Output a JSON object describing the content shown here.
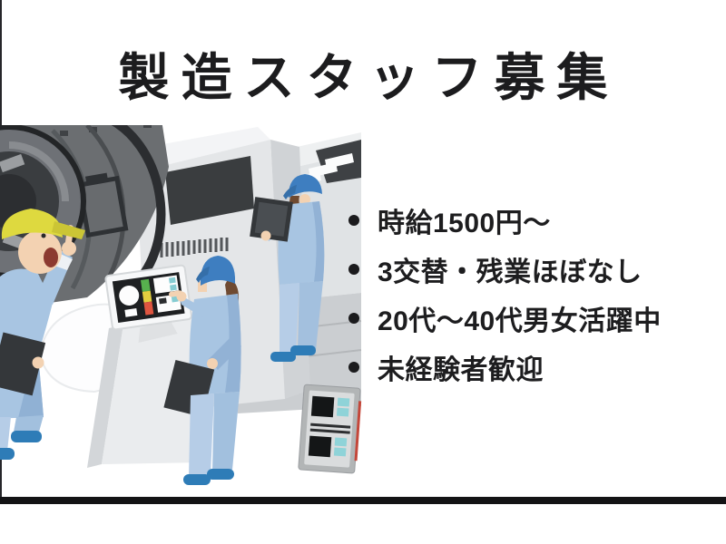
{
  "title": {
    "text": "製造スタッフ募集"
  },
  "benefits": {
    "items": [
      {
        "label": "時給1500円〜"
      },
      {
        "label": "3交替・残業ほぼなし"
      },
      {
        "label": "20代〜40代男女活躍中"
      },
      {
        "label": "未経験者歓迎"
      }
    ],
    "bullet_color": "#1b1b1d"
  },
  "footer": {
    "bar_color": "#131315"
  },
  "colors": {
    "background": "#ffffff",
    "text": "#1d1d1f",
    "uniform_blue": "#a8c5e2",
    "uniform_shade": "#92b2d5",
    "pants_blue": "#b6cde7",
    "shoe_blue": "#2e7cb7",
    "helmet_yellow": "#ded93f",
    "helmet_blue": "#3e7ec0",
    "skin": "#f3d2b2",
    "hair_brown": "#6f4a31",
    "machine_light": "#e4e6e8",
    "machine_mid": "#cbced1",
    "drum_gray": "#6b6e71",
    "drum_dark": "#3a3d40",
    "screen_dark": "#1e2022",
    "panel_teal": "#8fd3d8",
    "gauge_green": "#57b14e",
    "gauge_yellow": "#e3cf3f",
    "gauge_red": "#df5540",
    "alert_red": "#c4473a"
  },
  "illustration": {
    "name": "factory-workers-inspecting-machinery",
    "elements": [
      "industrial-drum-machine",
      "control-cabinet",
      "production-machine",
      "monitor-on-pedestal",
      "control-panel-box",
      "worker-yellow-helmet-pointing",
      "worker-woman-blue-helmet-tablet",
      "worker-man-blue-helmet-tablet"
    ]
  }
}
